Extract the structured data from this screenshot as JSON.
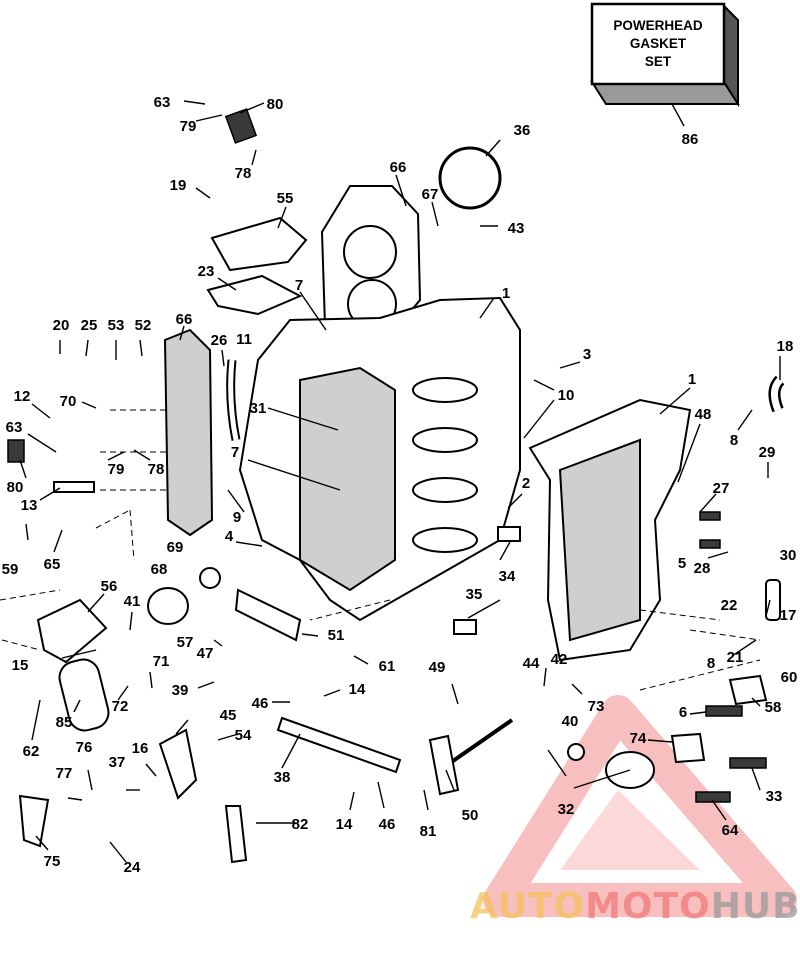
{
  "gasket_box": {
    "lines": [
      "POWERHEAD",
      "GASKET",
      "SET"
    ],
    "number": "86"
  },
  "callouts": [
    "1",
    "1",
    "2",
    "3",
    "4",
    "5",
    "6",
    "7",
    "7",
    "8",
    "8",
    "9",
    "10",
    "11",
    "12",
    "13",
    "14",
    "14",
    "15",
    "16",
    "17",
    "18",
    "19",
    "20",
    "21",
    "22",
    "23",
    "24",
    "25",
    "26",
    "27",
    "28",
    "29",
    "30",
    "31",
    "32",
    "33",
    "34",
    "35",
    "36",
    "37",
    "38",
    "39",
    "40",
    "41",
    "42",
    "43",
    "44",
    "45",
    "46",
    "46",
    "47",
    "48",
    "49",
    "50",
    "51",
    "52",
    "53",
    "54",
    "55",
    "56",
    "57",
    "58",
    "59",
    "60",
    "61",
    "62",
    "63",
    "63",
    "64",
    "65",
    "66",
    "66",
    "67",
    "68",
    "69",
    "70",
    "71",
    "72",
    "73",
    "74",
    "75",
    "76",
    "77",
    "78",
    "78",
    "79",
    "79",
    "80",
    "80",
    "81",
    "82",
    "85"
  ],
  "watermark": {
    "auto": "AUTO",
    "moto": "MOTO",
    "hub": "HUB",
    "colors": {
      "auto": "#f6c15b",
      "moto": "#f07a7a",
      "hub": "#9a9a9a",
      "triangle": "#f28b8b"
    }
  }
}
